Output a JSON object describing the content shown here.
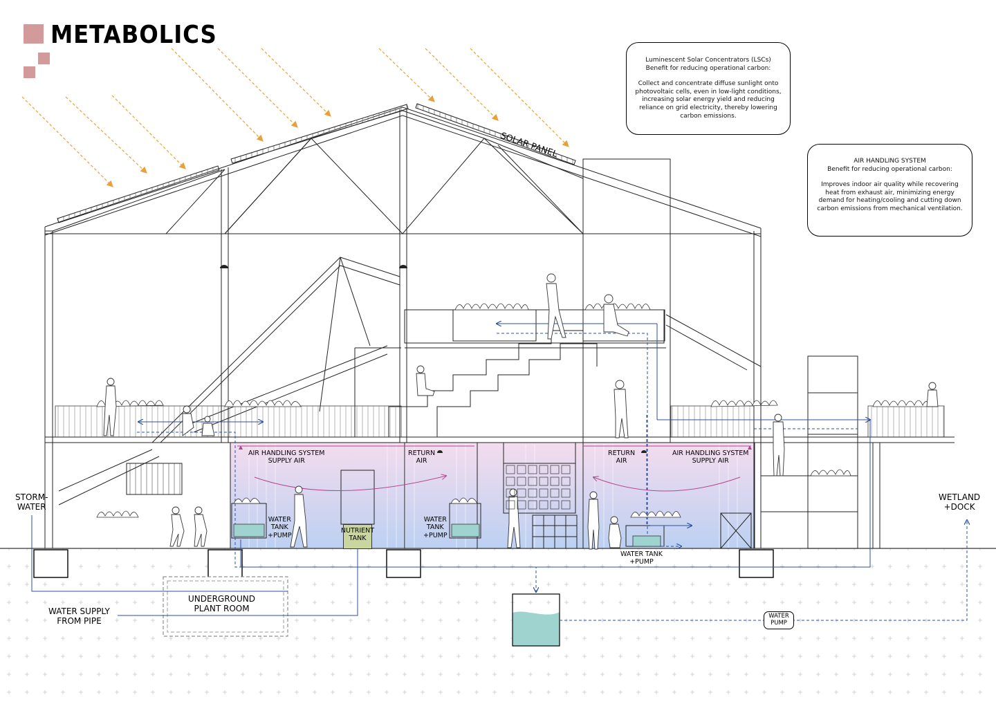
{
  "title": "METABOLICS",
  "brand_colors": {
    "accent_squares": "#d29a9a",
    "sunlight_arrows": "#e8a13a",
    "water_lines": "#2b4f9e",
    "air_lines": "#b0458f",
    "interior_gradient_top": "#f1d6ea",
    "interior_gradient_bottom": "#b8cdf0",
    "nutrient_tank": "#c9d6a0",
    "water_fill": "#9fd3cf"
  },
  "notes": {
    "lsc": {
      "heading": "Luminescent Solar Concentrators (LSCs)",
      "subheading": "Benefit for reducing operational carbon:",
      "body": "Collect and concentrate diffuse sunlight onto photovoltaic cells, even in low-light conditions, increasing solar energy yield and reducing reliance on grid electricity, thereby lowering carbon emissions."
    },
    "ahs": {
      "heading": "AIR HANDLING SYSTEM",
      "subheading": "Benefit for reducing operational carbon:",
      "body": "Improves indoor air quality while recovering heat from exhaust air, minimizing energy demand for heating/cooling and cutting down carbon emissions from mechanical ventilation."
    }
  },
  "labels": {
    "solar_panel": "SOLAR PANEL",
    "storm_water_1": "STORM-",
    "storm_water_2": "WATER",
    "wetland_1": "WETLAND",
    "wetland_2": "+DOCK",
    "water_supply_1": "WATER SUPPLY",
    "water_supply_2": "FROM PIPE",
    "plant_room_1": "UNDERGROUND",
    "plant_room_2": "PLANT ROOM",
    "ahs_supply_left_1": "AIR HANDLING SYSTEM",
    "ahs_supply_left_2": "SUPPLY AIR",
    "return_air_left_1": "RETURN",
    "return_air_left_2": "AIR",
    "return_air_right_1": "RETURN",
    "return_air_right_2": "AIR",
    "ahs_supply_right_1": "AIR HANDLING SYSTEM",
    "ahs_supply_right_2": "SUPPLY AIR",
    "water_tank_left_1": "WATER",
    "water_tank_left_2": "TANK",
    "water_tank_left_3": "+PUMP",
    "nutrient_1": "NUTRIENT",
    "nutrient_2": "TANK",
    "water_tank_mid_1": "WATER",
    "water_tank_mid_2": "TANK",
    "water_tank_mid_3": "+PUMP",
    "water_tank_right_1": "WATER TANK",
    "water_tank_right_2": "+PUMP",
    "water_pump_1": "WATER",
    "water_pump_2": "PUMP"
  },
  "icons": [
    "solar-panel-icon",
    "air-fan-icon",
    "light-fixture-icon",
    "plant-icon",
    "person-figure-icon"
  ]
}
